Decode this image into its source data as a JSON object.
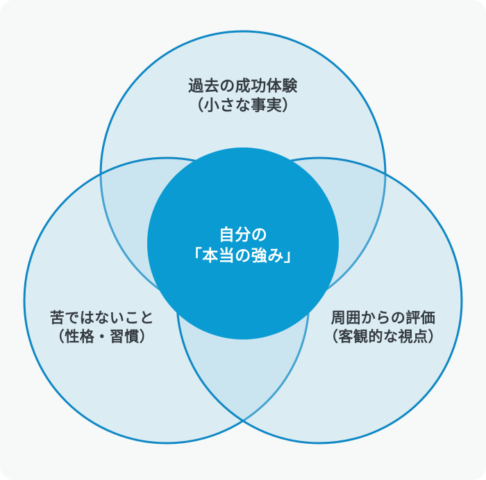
{
  "colors": {
    "page_bg": "#ffffff",
    "card_bg": "#f7f8f8",
    "circle_fill": "#aad8eb",
    "circle_stroke": "#0f88c4",
    "center_circle_fill": "#0a9bd2",
    "label_text": "#333a40",
    "center_label_text": "#ffffff"
  },
  "venn": {
    "top_circle": {
      "label_line1": "過去の成功体験",
      "label_line2": "（小さな事実）"
    },
    "left_circle": {
      "label_line1": "苦ではないこと",
      "label_line2": "（性格・習慣）"
    },
    "right_circle": {
      "label_line1": "周囲からの評価",
      "label_line2": "（客観的な視点）"
    },
    "center_circle": {
      "label_line1": "自分の",
      "label_line2": "「本当の強み」"
    }
  }
}
